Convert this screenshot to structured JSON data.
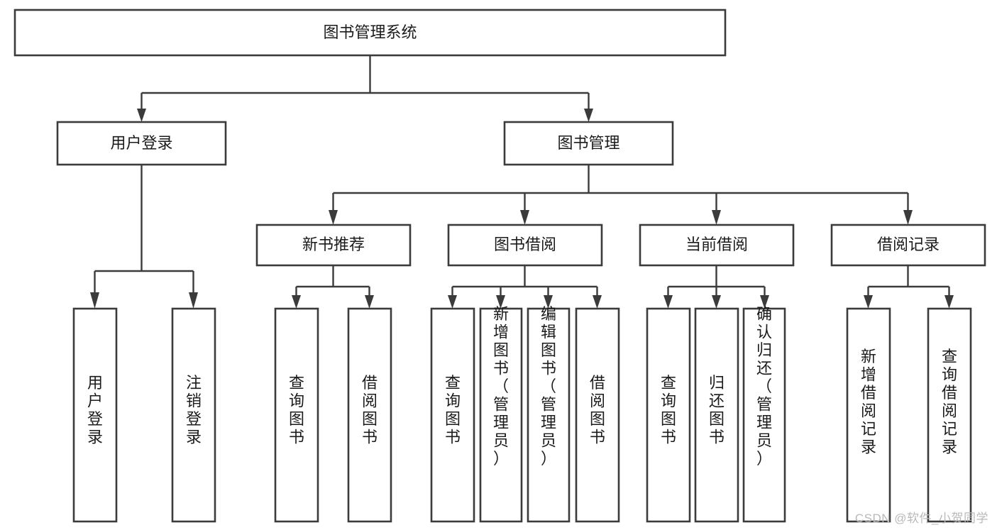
{
  "diagram": {
    "title": "图书管理系统",
    "type": "tree-hierarchy-chart",
    "root": {
      "id": "root",
      "label": "图书管理系统",
      "orientation": "horizontal"
    },
    "level2": [
      {
        "id": "user-login",
        "label": "用户登录",
        "orientation": "horizontal"
      },
      {
        "id": "book-manage",
        "label": "图书管理",
        "orientation": "horizontal"
      }
    ],
    "level3": [
      {
        "id": "new-book-recommend",
        "label": "新书推荐",
        "parent": "book-manage",
        "orientation": "horizontal"
      },
      {
        "id": "book-borrow",
        "label": "图书借阅",
        "parent": "book-manage",
        "orientation": "horizontal"
      },
      {
        "id": "current-borrow",
        "label": "当前借阅",
        "parent": "book-manage",
        "orientation": "horizontal"
      },
      {
        "id": "borrow-record",
        "label": "借阅记录",
        "parent": "book-manage",
        "orientation": "horizontal"
      }
    ],
    "leaves": [
      {
        "id": "leaf-user-login",
        "label": "用户登录",
        "parent": "user-login",
        "orientation": "vertical"
      },
      {
        "id": "leaf-logout-login",
        "label": "注销登录",
        "parent": "user-login",
        "orientation": "vertical"
      },
      {
        "id": "leaf-query-book-1",
        "label": "查询图书",
        "parent": "new-book-recommend",
        "orientation": "vertical"
      },
      {
        "id": "leaf-borrow-book-1",
        "label": "借阅图书",
        "parent": "new-book-recommend",
        "orientation": "vertical"
      },
      {
        "id": "leaf-query-book-2",
        "label": "查询图书",
        "parent": "book-borrow",
        "orientation": "vertical"
      },
      {
        "id": "leaf-add-book",
        "label": "新增图书（管理员）",
        "parent": "book-borrow",
        "orientation": "vertical"
      },
      {
        "id": "leaf-edit-book",
        "label": "编辑图书（管理员）",
        "parent": "book-borrow",
        "orientation": "vertical"
      },
      {
        "id": "leaf-borrow-book-2",
        "label": "借阅图书",
        "parent": "book-borrow",
        "orientation": "vertical"
      },
      {
        "id": "leaf-query-book-3",
        "label": "查询图书",
        "parent": "current-borrow",
        "orientation": "vertical"
      },
      {
        "id": "leaf-return-book",
        "label": "归还图书",
        "parent": "current-borrow",
        "orientation": "vertical"
      },
      {
        "id": "leaf-confirm-return",
        "label": "确认归还（管理员）",
        "parent": "current-borrow",
        "orientation": "vertical"
      },
      {
        "id": "leaf-add-borrow-record",
        "label": "新增借阅记录",
        "parent": "borrow-record",
        "orientation": "vertical"
      },
      {
        "id": "leaf-query-borrow-record",
        "label": "查询借阅记录",
        "parent": "borrow-record",
        "orientation": "vertical"
      }
    ],
    "colors": {
      "box_stroke": "#3b3b3b",
      "box_fill": "#ffffff",
      "text": "#1b1b1b",
      "background": "#ffffff",
      "watermark": "#b9b9b9"
    }
  },
  "watermark": {
    "text": "CSDN @软件_小贺同学"
  }
}
